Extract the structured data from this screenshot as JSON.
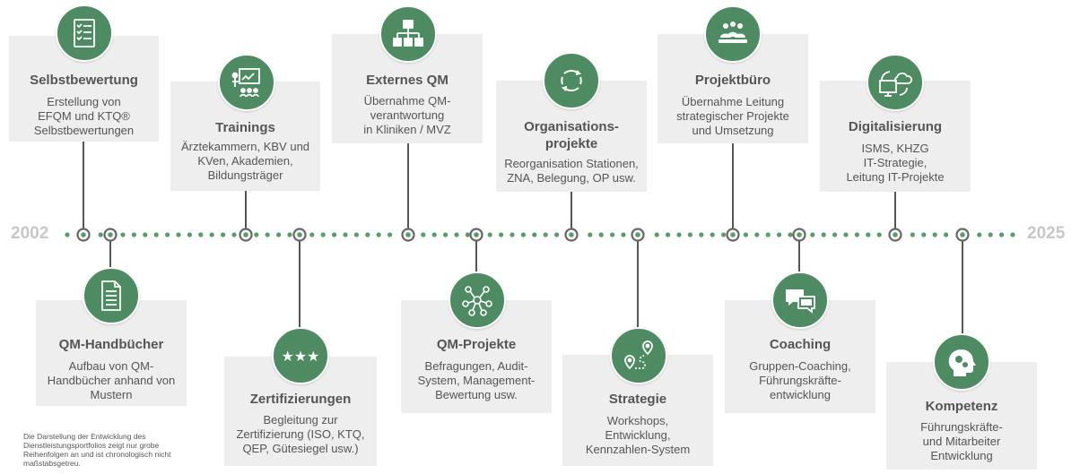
{
  "timeline": {
    "start_year": "2002",
    "end_year": "2025",
    "accent_color": "#4e8a62",
    "line_color": "#5b9a6b"
  },
  "cards": [
    {
      "title": "Selbstbewertung",
      "desc": "Erstellung von\nEFQM und KTQ®\nSelbstbewertungen",
      "icon": "checklist-icon"
    },
    {
      "title": "QM-Handbücher",
      "desc": "Aufbau von QM-\nHandbücher anhand von\nMustern",
      "icon": "document-icon"
    },
    {
      "title": "Trainings",
      "desc": "Ärztekammern, KBV und\nKVen, Akademien,\nBildungsträger",
      "icon": "presentation-icon"
    },
    {
      "title": "Zertifizierungen",
      "desc": "Begleitung zur\nZertifizierung (ISO, KTQ,\nQEP, Gütesiegel usw.)",
      "icon": "stars-icon"
    },
    {
      "title": "Externes QM",
      "desc": "Übernahme QM-\nverantwortung\nin Kliniken / MVZ",
      "icon": "org-chart-icon"
    },
    {
      "title": "QM-Projekte",
      "desc": "Befragungen, Audit-\nSystem, Management-\nBewertung usw.",
      "icon": "network-icon"
    },
    {
      "title": "Organisations-\nprojekte",
      "desc": "Reorganisation Stationen,\nZNA, Belegung, OP usw.",
      "icon": "cycle-icon"
    },
    {
      "title": "Strategie",
      "desc": "Workshops,\nEntwicklung,\nKennzahlen-System",
      "icon": "route-icon"
    },
    {
      "title": "Projektbüro",
      "desc": "Übernahme Leitung\nstrategischer Projekte\nund Umsetzung",
      "icon": "meeting-icon"
    },
    {
      "title": "Coaching",
      "desc": "Gruppen-Coaching,\nFührungskräfte-\nentwicklung",
      "icon": "chat-icon"
    },
    {
      "title": "Digitalisierung",
      "desc": "ISMS, KHZG\nIT-Strategie,\nLeitung IT-Projekte",
      "icon": "cloud-computer-icon"
    },
    {
      "title": "Kompetenz",
      "desc": "Führungskräfte-\nund Mitarbeiter\nEntwicklung",
      "icon": "head-gears-icon"
    }
  ],
  "note": "Die Darstellung der Entwicklung  des\nDienstleistungsportfolios zeigt nur grobe\nReihenfolgen an und ist chronologisch nicht\nmaßstabsgetreu."
}
